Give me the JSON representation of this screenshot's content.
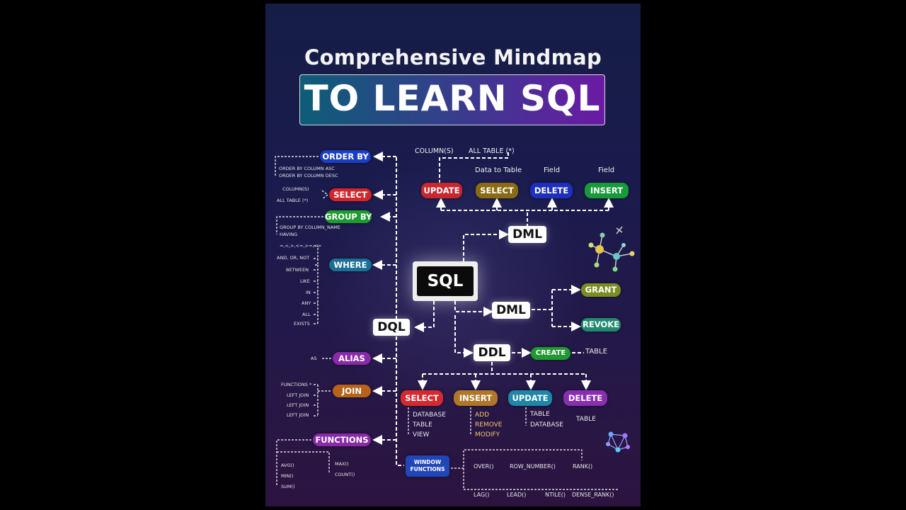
{
  "title": "Comprehensive Mindmap",
  "banner": "TO LEARN SQL",
  "center": "SQL",
  "nodes": {
    "dml_top": "DML",
    "dml_mid": "DML",
    "ddl": "DDL",
    "dql": "DQL"
  },
  "dml_top_branch": {
    "headers": {
      "columns": "COLUMN(S)",
      "all_table": "ALL TABLE (*)",
      "data_to_table": "Data to Table",
      "field1": "Field",
      "field2": "Field"
    },
    "update": "UPDATE",
    "select": "SELECT",
    "delete": "DELETE",
    "insert": "INSERT"
  },
  "dml_mid_branch": {
    "grant": "GRANT",
    "revoke": "REVOKE"
  },
  "ddl_branch": {
    "create": "CREATE",
    "create_table": "TABLE",
    "select": "SELECT",
    "insert": "INSERT",
    "update": "UPDATE",
    "delete": "DELETE",
    "select_items": [
      "DATABASE",
      "TABLE",
      "VIEW"
    ],
    "insert_items": [
      "ADD",
      "REMOVE",
      "MODIFY"
    ],
    "update_items": [
      "TABLE",
      "DATABASE"
    ],
    "delete_table": "TABLE"
  },
  "dql_branch": {
    "order_by": "ORDER BY",
    "order_items": [
      "ORDER BY COLUMN ASC",
      "ORDER BY COLUMN DESC"
    ],
    "select": "SELECT",
    "select_items": [
      "COLUMN(S)",
      "ALL TABLE (*)"
    ],
    "group_by": "GROUP BY",
    "group_items": [
      "GROUP BY COLUMN_NAME",
      "HAVING"
    ],
    "where": "WHERE",
    "where_items": [
      "=,<,>,<=,>=,<>",
      "AND, OR, NOT",
      "BETWEEN",
      "LIKE",
      "IN",
      "ANY",
      "ALL",
      "EXISTS"
    ],
    "alias": "ALIAS",
    "alias_item": "AS",
    "join": "JOIN",
    "join_items": [
      "FUNCTIONS *",
      "LEFT JOIN",
      "LEFT JOIN",
      "LEFT JOIN"
    ],
    "functions": "FUNCTIONS",
    "functions_items_left": [
      "AVG()",
      "MIN()",
      "SUM()"
    ],
    "functions_items_right": [
      "MAX()",
      "COUNT()"
    ],
    "window_functions": "WINDOW FUNCTIONS",
    "window_top": [
      "OVER()",
      "ROW_NUMBER()",
      "RANK()"
    ],
    "window_bottom": [
      "LAG()",
      "LEAD()",
      "NTILE()",
      "DENSE_RANK()"
    ]
  },
  "colors": {
    "blue": "#1a3fc4",
    "red": "#d3262c",
    "green": "#1f9a30",
    "teal": "#1a6f95",
    "purple": "#8a2aa8",
    "brown": "#b8621a",
    "olive": "#8a6a12",
    "dark_red": "#c9262e",
    "navy": "#1c2fbf",
    "grant": "#7b8d22",
    "revoke": "#208a6e",
    "insert_green": "#179a3a",
    "ddl_select": "#d42a2f",
    "ddl_insert": "#b0772a",
    "ddl_update": "#1f86a8",
    "ddl_delete": "#8a2eb0",
    "window": "#2146b8"
  },
  "icons": [
    "molecule-icon",
    "network-icon"
  ]
}
